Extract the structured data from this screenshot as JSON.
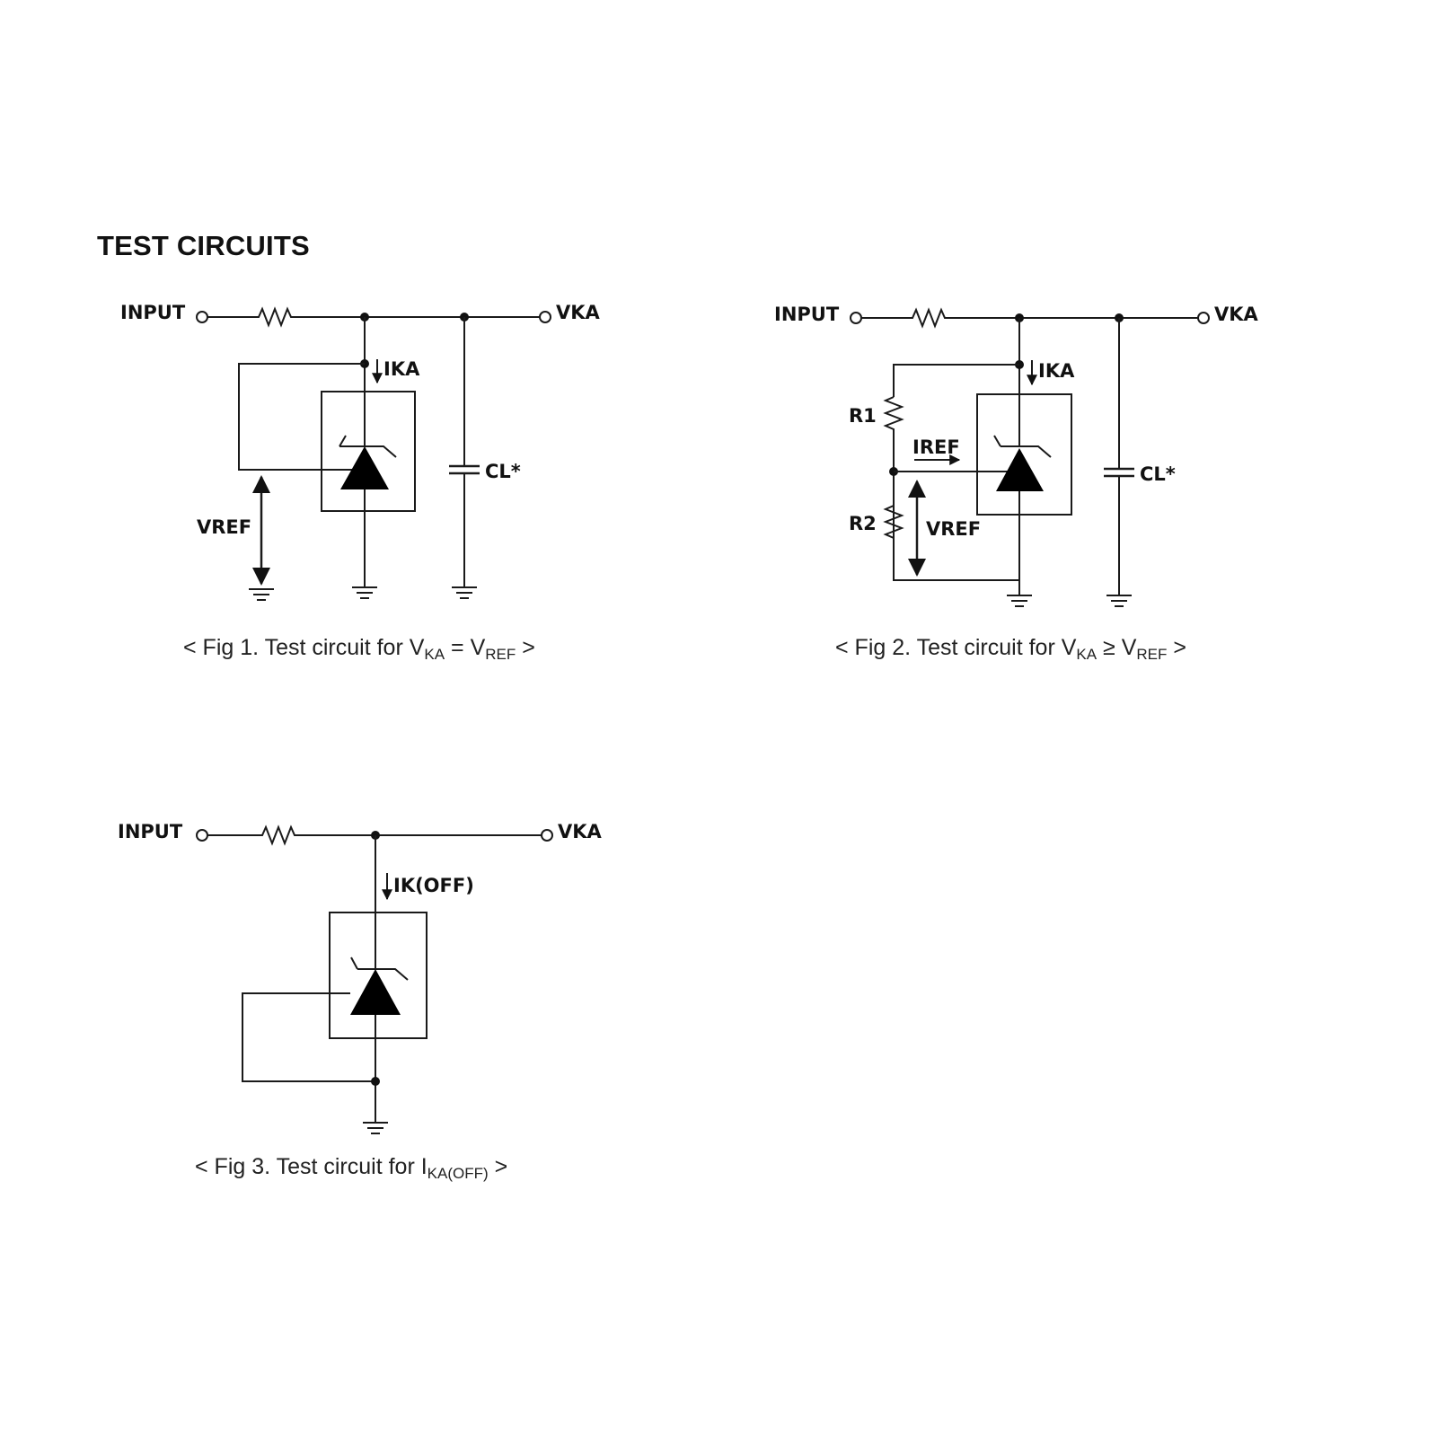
{
  "page_title": "TEST CIRCUITS",
  "labels": {
    "input": "INPUT",
    "vka": "VKA",
    "ika": "IKA",
    "ik_off": "IK(OFF)",
    "cl": "CL*",
    "vref": "VREF",
    "iref": "IREF",
    "r1": "R1",
    "r2": "R2"
  },
  "fig1_caption": {
    "prefix": "< Fig 1. Test circuit for V",
    "sub1": "KA",
    "middle": " = V",
    "sub2": "REF",
    "suffix": " >"
  },
  "fig2_caption": {
    "prefix": "< Fig 2. Test circuit for V",
    "sub1": "KA",
    "middle": " ≥ V",
    "sub2": "REF",
    "suffix": " >"
  },
  "fig3_caption": {
    "prefix": "< Fig 3. Test circuit for I",
    "sub1": "KA(OFF)",
    "suffix": " >"
  }
}
